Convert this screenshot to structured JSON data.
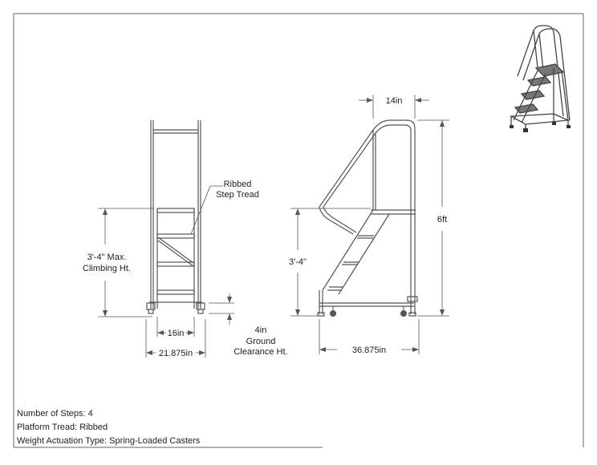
{
  "front_view": {
    "callout_line1": "Ribbed",
    "callout_line2": "Step Tread",
    "climb_label_line1": "3'-4\" Max.",
    "climb_label_line2": "Climbing Ht.",
    "inner_width": "16in",
    "outer_width": "21.875in",
    "clearance_line1": "4in",
    "clearance_line2": "Ground",
    "clearance_line3": "Clearance Ht."
  },
  "side_view": {
    "top_width": "14in",
    "overall_height": "6ft",
    "climb_height": "3'-4\"",
    "base_depth": "36.875in"
  },
  "specs": [
    "Number of Steps: 4",
    "Platform Tread: Ribbed",
    "Weight Actuation Type: Spring-Loaded Casters"
  ],
  "colors": {
    "line": "#555555",
    "text": "#222222"
  }
}
